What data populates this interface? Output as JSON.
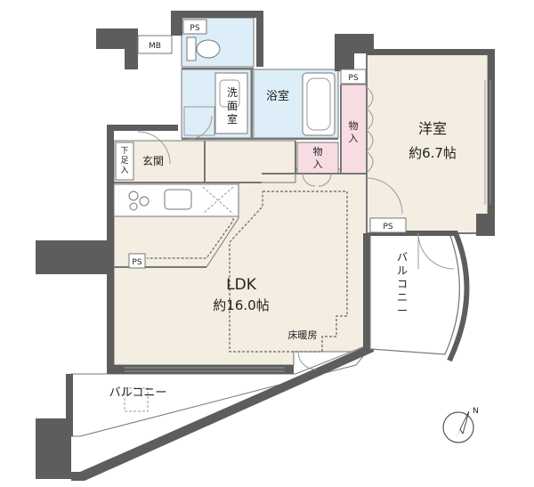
{
  "colors": {
    "wall": "#5d5d5d",
    "floor": "#f3ede2",
    "wet": "#ddeef8",
    "storage": "#f7dde3",
    "fixture": "#ffffff",
    "line": "#777777"
  },
  "rooms": {
    "ldk": {
      "name": "LDK",
      "size": "約16.0帖"
    },
    "western": {
      "name": "洋室",
      "size": "約6.7帖"
    },
    "bath": {
      "name": "浴室"
    },
    "washroom": {
      "chars": [
        "洗",
        "面",
        "室"
      ]
    },
    "entrance": {
      "name": "玄関"
    },
    "shoe_box": {
      "chars": [
        "下",
        "足",
        "入"
      ]
    },
    "storage_ldk": {
      "chars": [
        "物",
        "入"
      ]
    },
    "storage_western": {
      "chars": [
        "物",
        "入"
      ]
    }
  },
  "balcony_south": {
    "label": "バルコニー"
  },
  "balcony_east": {
    "chars": [
      "バ",
      "ル",
      "コ",
      "ニ",
      "ー"
    ]
  },
  "tags": {
    "mb": "MB",
    "ps_toilet": "PS",
    "ps_bath": "PS",
    "ps_western": "PS",
    "ps_kitchen": "PS"
  },
  "floor_heating": "床暖房",
  "compass": {
    "north": "N"
  }
}
